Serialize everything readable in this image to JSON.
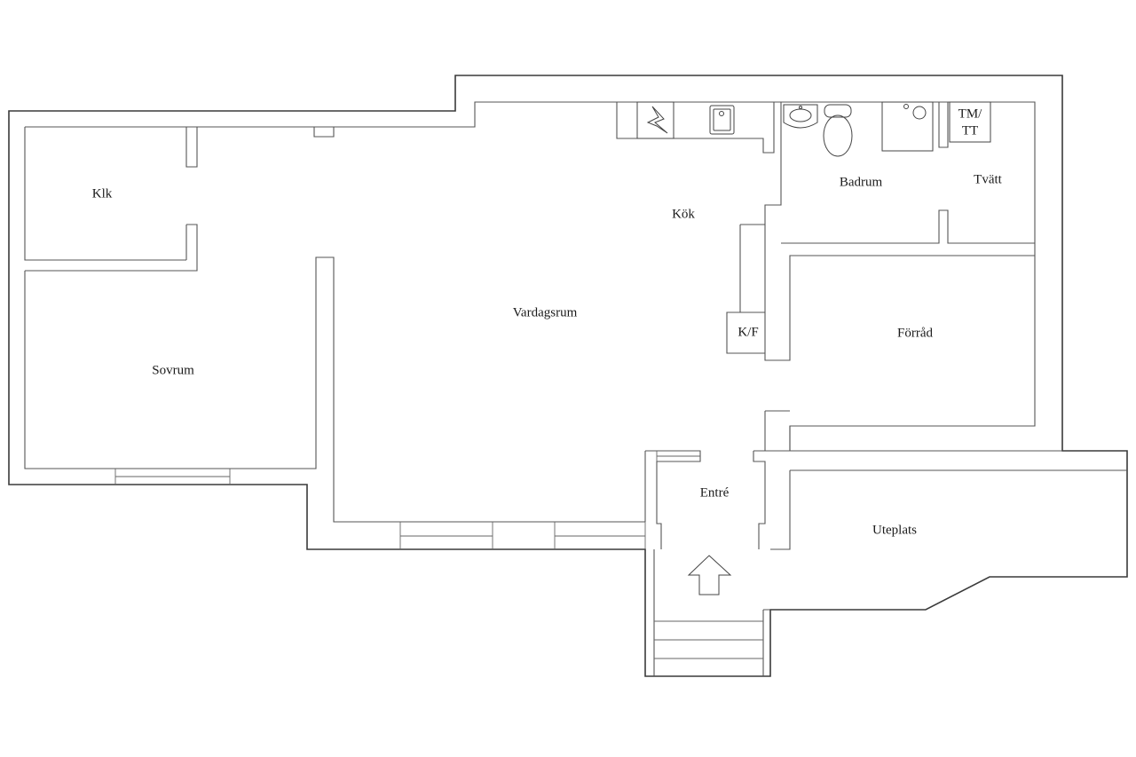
{
  "rooms": {
    "klk": "Klk",
    "sovrum": "Sovrum",
    "vardagsrum": "Vardagsrum",
    "kok": "Kök",
    "badrum": "Badrum",
    "tvatt": "Tvätt",
    "tm_line1": "TM/",
    "tm_line2": "TT",
    "kf": "K/F",
    "forrad": "Förråd",
    "entre": "Entré",
    "uteplats": "Uteplats"
  },
  "colors": {
    "background": "#ffffff",
    "lines": "#3a3a3a"
  },
  "icons": {
    "stove": "stove-icon",
    "sink": "kitchen-sink-icon",
    "washbasin": "washbasin-icon",
    "toilet": "toilet-icon",
    "shower": "shower-icon",
    "entrance": "entrance-arrow-icon"
  }
}
